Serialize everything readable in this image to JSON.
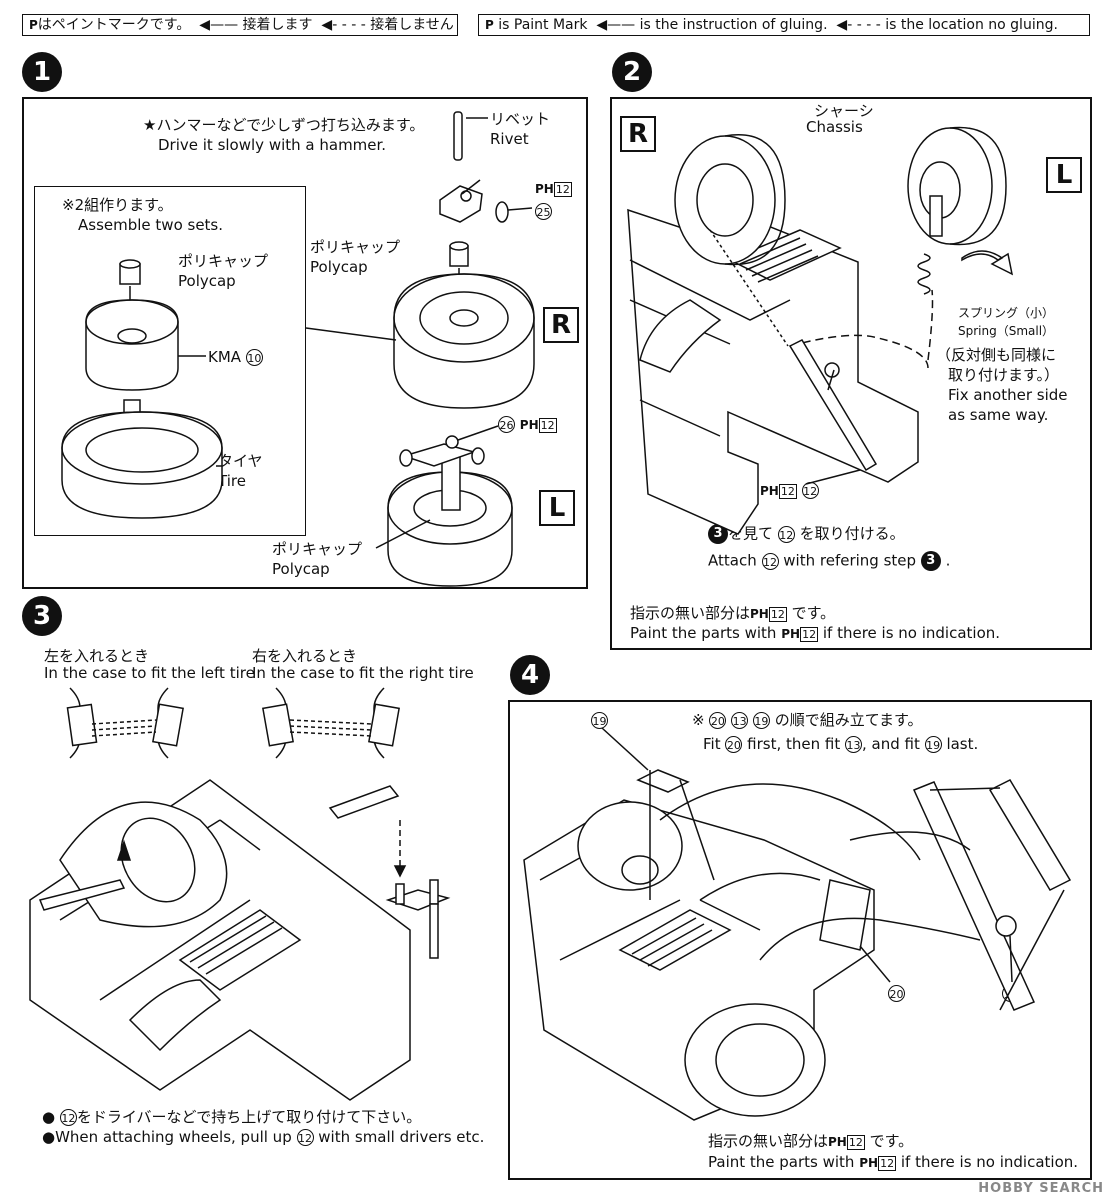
{
  "legend_jp": {
    "p": "P",
    "paint": "はペイントマークです。",
    "glue": "接着します",
    "noglue": "接着しません"
  },
  "legend_en": {
    "p": "P",
    "paint": "is Paint Mark",
    "glue": "is the instruction of gluing.",
    "noglue": "is the location no gluing."
  },
  "steps": {
    "s1": "1",
    "s2": "2",
    "s3": "3",
    "s4": "4"
  },
  "step1": {
    "note_jp": "★ハンマーなどで少しずつ打ち込みます。",
    "note_en": "Drive it slowly with a hammer.",
    "rivet_jp": "リベット",
    "rivet_en": "Rivet",
    "ph_25": "12",
    "part_25": "25",
    "assemble_jp": "※2組作ります。",
    "assemble_en": "Assemble two sets.",
    "polycap1_jp": "ポリキャップ",
    "polycap1_en": "Polycap",
    "polycap2_jp": "ポリキャップ",
    "polycap2_en": "Polycap",
    "polycap3_jp": "ポリキャップ",
    "polycap3_en": "Polycap",
    "kma": "KMA",
    "kma_part": "10",
    "tire_jp": "タイヤ",
    "tire_en": "Tire",
    "part_26": "26",
    "ph_26": "12",
    "side_r": "R",
    "side_l": "L"
  },
  "step2": {
    "chassis_jp": "シャーシ",
    "chassis_en": "Chassis",
    "side_r": "R",
    "side_l": "L",
    "spring_jp": "スプリング（小）",
    "spring_en": "Spring（Small）",
    "fix_jp1": "（反対側も同様に",
    "fix_jp2": "取り付けます。）",
    "fix_en1": "Fix another side",
    "fix_en2": "as same way.",
    "ph_12": "12",
    "part_12": "12",
    "attach_jp_pre": "3",
    "attach_jp_mid": "を見て",
    "attach_jp_part": "12",
    "attach_jp_post": "を取り付ける。",
    "attach_en_pre": "Attach",
    "attach_en_part": "12",
    "attach_en_mid": "with refering step",
    "attach_en_step": "3",
    "attach_en_post": ".",
    "paint_jp_pre": "指示の無い部分は",
    "paint_jp_num": "12",
    "paint_jp_post": "です。",
    "paint_en_pre": "Paint the parts with",
    "paint_en_num": "12",
    "paint_en_post": "if there is no indication."
  },
  "step3": {
    "left_jp": "左を入れるとき",
    "left_en": "In the case to fit the left tire",
    "right_jp": "右を入れるとき",
    "right_en": "In the case to fit the right tire",
    "note_jp_part": "12",
    "note_jp": "をドライバーなどで持ち上げて取り付けて下さい。",
    "note_en_pre": "When attaching wheels, pull up",
    "note_en_part": "12",
    "note_en_post": "with small drivers etc."
  },
  "step4": {
    "order_jp_pre": "※",
    "order_jp_a": "20",
    "order_jp_b": "13",
    "order_jp_c": "19",
    "order_jp_post": "の順で組み立てます。",
    "order_en_1": "Fit",
    "order_en_a": "20",
    "order_en_2": "first, then fit",
    "order_en_b": "13",
    "order_en_3": ", and fit",
    "order_en_c": "19",
    "order_en_4": "last.",
    "part_19": "19",
    "part_20": "20",
    "part_13": "13",
    "paint_jp_pre": "指示の無い部分は",
    "paint_jp_num": "12",
    "paint_jp_post": "です。",
    "paint_en_pre": "Paint the parts with",
    "paint_en_num": "12",
    "paint_en_post": "if there is no indication."
  },
  "ph_prefix": "PH",
  "watermark": "HOBBY SEARCH"
}
